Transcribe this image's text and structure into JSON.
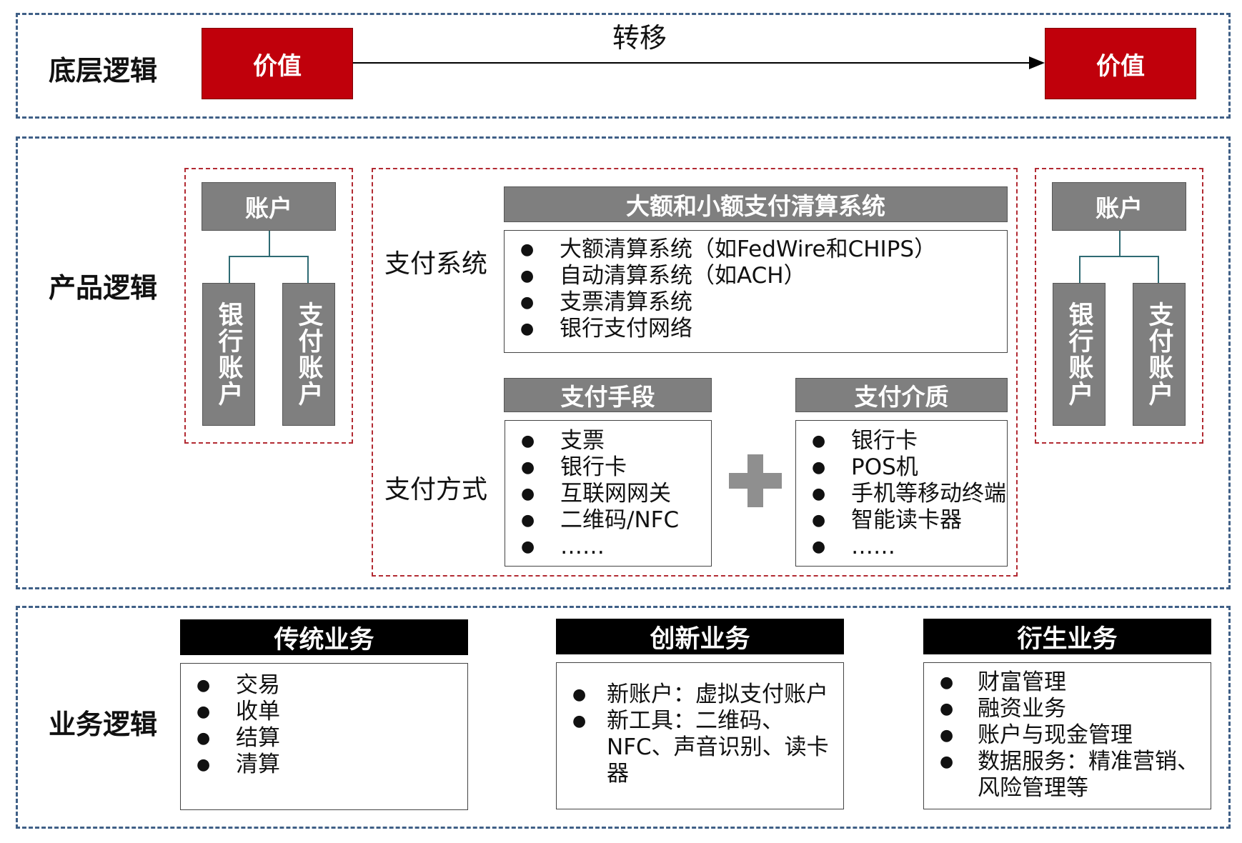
{
  "rows": {
    "bottom": "底层逻辑",
    "product": "产品逻辑",
    "business": "业务逻辑"
  },
  "value_flow": {
    "left": "价值",
    "right": "价值",
    "arrow_label": "转移"
  },
  "account_left": {
    "title": "账户",
    "bank": "银行账户",
    "payment": "支付账户"
  },
  "account_right": {
    "title": "账户",
    "bank": "银行账户",
    "payment": "支付账户"
  },
  "payment_system": {
    "label": "支付系统",
    "header": "大额和小额支付清算系统",
    "items": [
      "大额清算系统（如FedWire和CHIPS）",
      "自动清算系统（如ACH）",
      "支票清算系统",
      "银行支付网络"
    ]
  },
  "payment_method": {
    "label": "支付方式",
    "means": {
      "header": "支付手段",
      "items": [
        "支票",
        "银行卡",
        "互联网网关",
        "二维码/NFC",
        "……"
      ]
    },
    "medium": {
      "header": "支付介质",
      "items": [
        "银行卡",
        "POS机",
        "手机等移动终端",
        "智能读卡器",
        "……"
      ]
    }
  },
  "business": {
    "traditional": {
      "header": "传统业务",
      "items": [
        "交易",
        "收单",
        "结算",
        "清算"
      ]
    },
    "innovative": {
      "header": "创新业务",
      "items": [
        "新账户：虚拟支付账户",
        "新工具：二维码、NFC、声音识别、读卡器"
      ]
    },
    "derivative": {
      "header": "衍生业务",
      "items": [
        "财富管理",
        "融资业务",
        "账户与现金管理",
        "数据服务：精准营销、风险管理等"
      ]
    }
  },
  "colors": {
    "value_red": "#c0000b",
    "gray_box": "#7f7f7f",
    "section_dash": "#3f5f86",
    "inner_dash": "#b22a32",
    "header_black": "#000000"
  }
}
